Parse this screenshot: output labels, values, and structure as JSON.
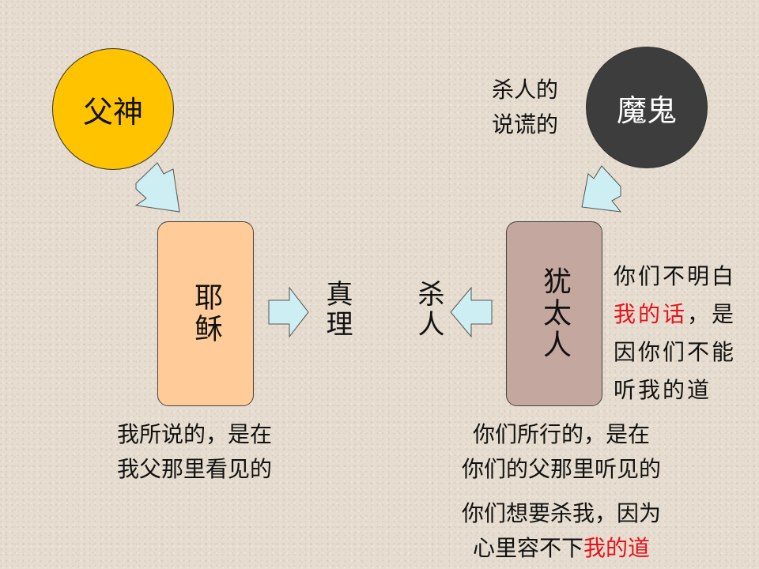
{
  "left": {
    "circle_label": "父神",
    "box_label": "耶稣",
    "result_label": "真理",
    "caption_line1": "我所说的，是在",
    "caption_line2": "我父那里看见的"
  },
  "right": {
    "circle_label": "魔鬼",
    "circle_note_line1": "杀人的",
    "circle_note_line2": "说谎的",
    "box_label": "犹太人",
    "result_label": "杀人",
    "side_line1": "你们不明白",
    "side_line2_red": "我的话",
    "side_line2_rest": "，是",
    "side_line3": "因你们不能",
    "side_line4": "听我的道",
    "caption_line1": "你们所行的，是在",
    "caption_line2": "你们的父那里听见的",
    "caption_line3": "你们想要杀我，因为",
    "caption_line4_plain": "心里容不下",
    "caption_line4_red": "我的道"
  },
  "colors": {
    "father_circle": "#ffc300",
    "devil_circle": "#3d3d3d",
    "jesus_box": "#ffcc99",
    "jews_box": "#c4a8a0",
    "arrow_fill": "#cdeef2",
    "highlight": "#e6121a"
  }
}
